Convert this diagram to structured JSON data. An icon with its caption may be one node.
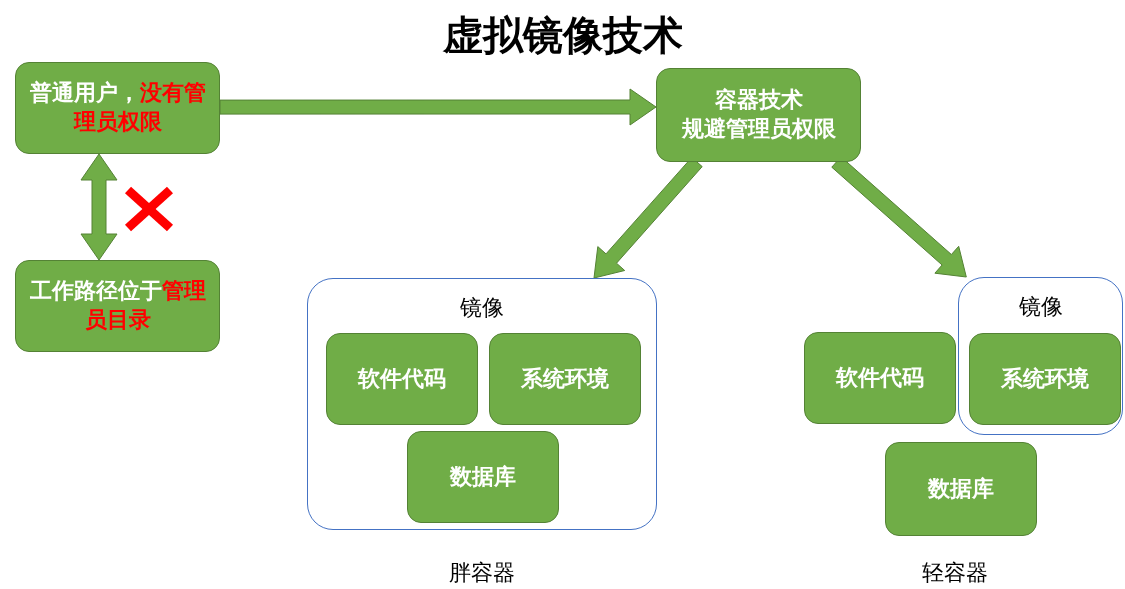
{
  "diagram": {
    "title": "虚拟镜像技术",
    "nodes": [
      {
        "text": [
          "普通用户，**没有管理员权限**"
        ]
      },
      {
        "text": [
          "工作路径位于**管理员目录**"
        ]
      },
      {
        "text": [
          "容器技术",
          "规避管理员权限"
        ]
      },
      {
        "text": [
          "镜像"
        ],
        "beside": [
          "胖容器"
        ]
      },
      {
        "text": [
          "软件代码"
        ],
        "in": 3
      },
      {
        "text": [
          "系统环境"
        ],
        "in": 3
      },
      {
        "text": [
          "数据库"
        ],
        "in": 3
      },
      {
        "text": [
          "软件代码"
        ]
      },
      {
        "text": [
          "镜像"
        ]
      },
      {
        "text": [
          "系统环境"
        ],
        "in": 8
      },
      {
        "text": [
          "数据库"
        ]
      }
    ],
    "edges": [
      {
        "from": 0,
        "to": 2,
        "arrow": "to"
      },
      {
        "from": 0,
        "to": 1,
        "arrow": "both"
      },
      {
        "from": 2,
        "to": 3,
        "arrow": "to"
      },
      {
        "from": 2,
        "to": 8,
        "arrow": "to"
      }
    ],
    "labels": [
      "轻容器"
    ]
  }
}
